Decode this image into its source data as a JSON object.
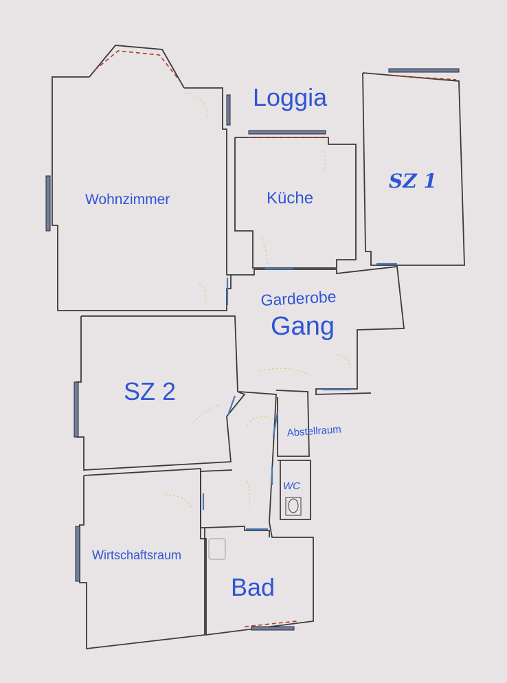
{
  "rooms": {
    "loggia": "Loggia",
    "wohnzimmer": "Wohnzimmer",
    "kueche": "Küche",
    "sz1": "SZ 1",
    "garderobe": "Garderobe",
    "gang": "Gang",
    "sz2": "SZ 2",
    "abstellraum": "Abstellraum",
    "wc": "WC",
    "wirtschaftsraum": "Wirtschaftsraum",
    "bad": "Bad"
  },
  "colors": {
    "label": "#2f55d4",
    "wall": "#3a3a3a",
    "window": "#6f7fa0",
    "window_frame_red": "#b33a2a",
    "door_arc": "#e2c46a",
    "paper": "#e8e4e6"
  },
  "icons": [
    "toilet-icon",
    "bathtub-icon"
  ]
}
